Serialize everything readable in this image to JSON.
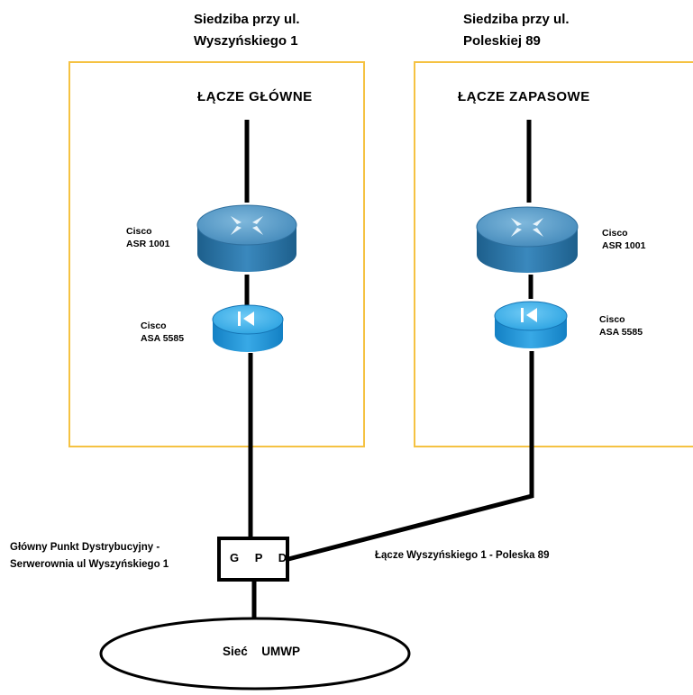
{
  "sites": [
    {
      "title_line1": "Siedziba przy ul.",
      "title_line2": "Wyszyńskiego 1",
      "link_label": "ŁĄCZE GŁÓWNE",
      "router_label_line1": "Cisco",
      "router_label_line2": "ASR 1001",
      "firewall_label_line1": "Cisco",
      "firewall_label_line2": "ASA 5585"
    },
    {
      "title_line1": "Siedziba przy ul.",
      "title_line2": "Poleskiej 89",
      "link_label": "ŁĄCZE ZAPASOWE",
      "router_label_line1": "Cisco",
      "router_label_line2": "ASR 1001",
      "firewall_label_line1": "Cisco",
      "firewall_label_line2": "ASA 5585"
    }
  ],
  "gpd": {
    "label": "G P D",
    "description_line1": "Główny Punkt Dystrybucyjny -",
    "description_line2": "Serwerownia ul Wyszyńskiego 1"
  },
  "interlink_label": "Łącze Wyszyńskiego 1 - Poleska 89",
  "network_label": "Sieć  UMWP",
  "colors": {
    "site_border": "#f5c242",
    "device_dark": "#1f6fa3",
    "device_light": "#4aa3dd",
    "line": "#000000"
  }
}
